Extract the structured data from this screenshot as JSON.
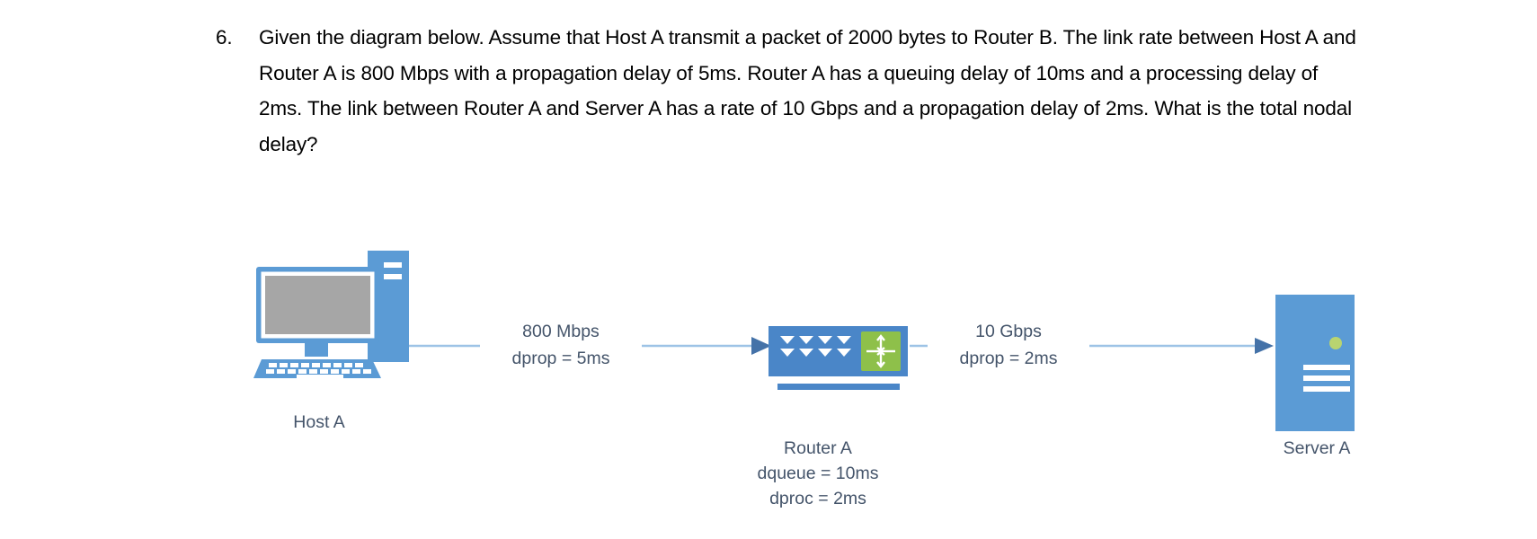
{
  "question": {
    "number": "6.",
    "text": "Given the diagram below. Assume that Host A transmit a packet of 2000 bytes to Router B. The link rate between Host A and Router A is 800 Mbps with a propagation delay of 5ms. Router A has a queuing delay of 10ms and a processing delay of 2ms. The link between Router A and Server A has a rate of 10 Gbps and a propagation delay of 2ms. What is the total nodal delay?"
  },
  "diagram": {
    "nodes": {
      "host": {
        "label": "Host A",
        "icon": "desktop-computer-icon"
      },
      "router": {
        "label": "Router A",
        "queue_label": "dqueue = 10ms",
        "proc_label": "dproc = 2ms",
        "icon": "router-icon"
      },
      "server": {
        "label": "Server A",
        "icon": "server-icon"
      }
    },
    "links": [
      {
        "id": "host-to-router",
        "rate_label": "800 Mbps",
        "prop_label": "dprop = 5ms"
      },
      {
        "id": "router-to-server",
        "rate_label": "10 Gbps",
        "prop_label": "dprop = 2ms"
      }
    ]
  },
  "colors": {
    "icon_blue": "#5b9bd5",
    "screen_gray": "#a6a6a6",
    "router_green": "#8ec04a",
    "link_line": "#9dc3e6",
    "arrow_head": "#4472a8",
    "label_text": "#44546a",
    "body_text": "#000000",
    "background": "#ffffff"
  }
}
